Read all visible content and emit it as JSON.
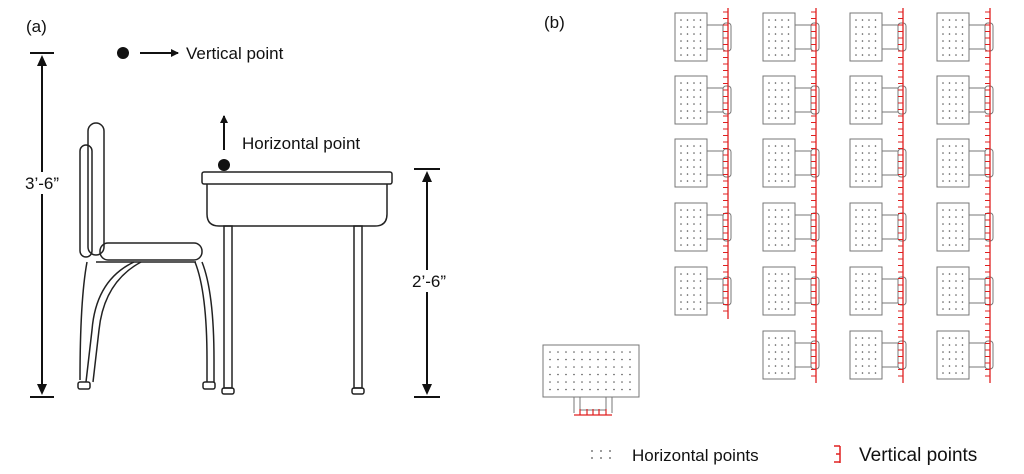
{
  "panel_a": {
    "label": "(a)",
    "vertical_point_label": "Vertical point",
    "horizontal_point_label": "Horizontal point",
    "total_height": "3’-6”",
    "desk_height": "2’-6”"
  },
  "panel_b": {
    "label": "(b)",
    "legend": {
      "horizontal_points": "Horizontal points",
      "vertical_points": "Vertical points"
    },
    "columns": [
      {
        "desks": 5
      },
      {
        "desks": 6
      },
      {
        "desks": 6
      },
      {
        "desks": 6
      }
    ]
  },
  "colors": {
    "line": "#222222",
    "outline": "#777777",
    "vertical_point": "#e02020"
  },
  "icons": {
    "vertical_point": "red-tick-bracket-icon",
    "horizontal_point": "dot-grid-icon"
  }
}
